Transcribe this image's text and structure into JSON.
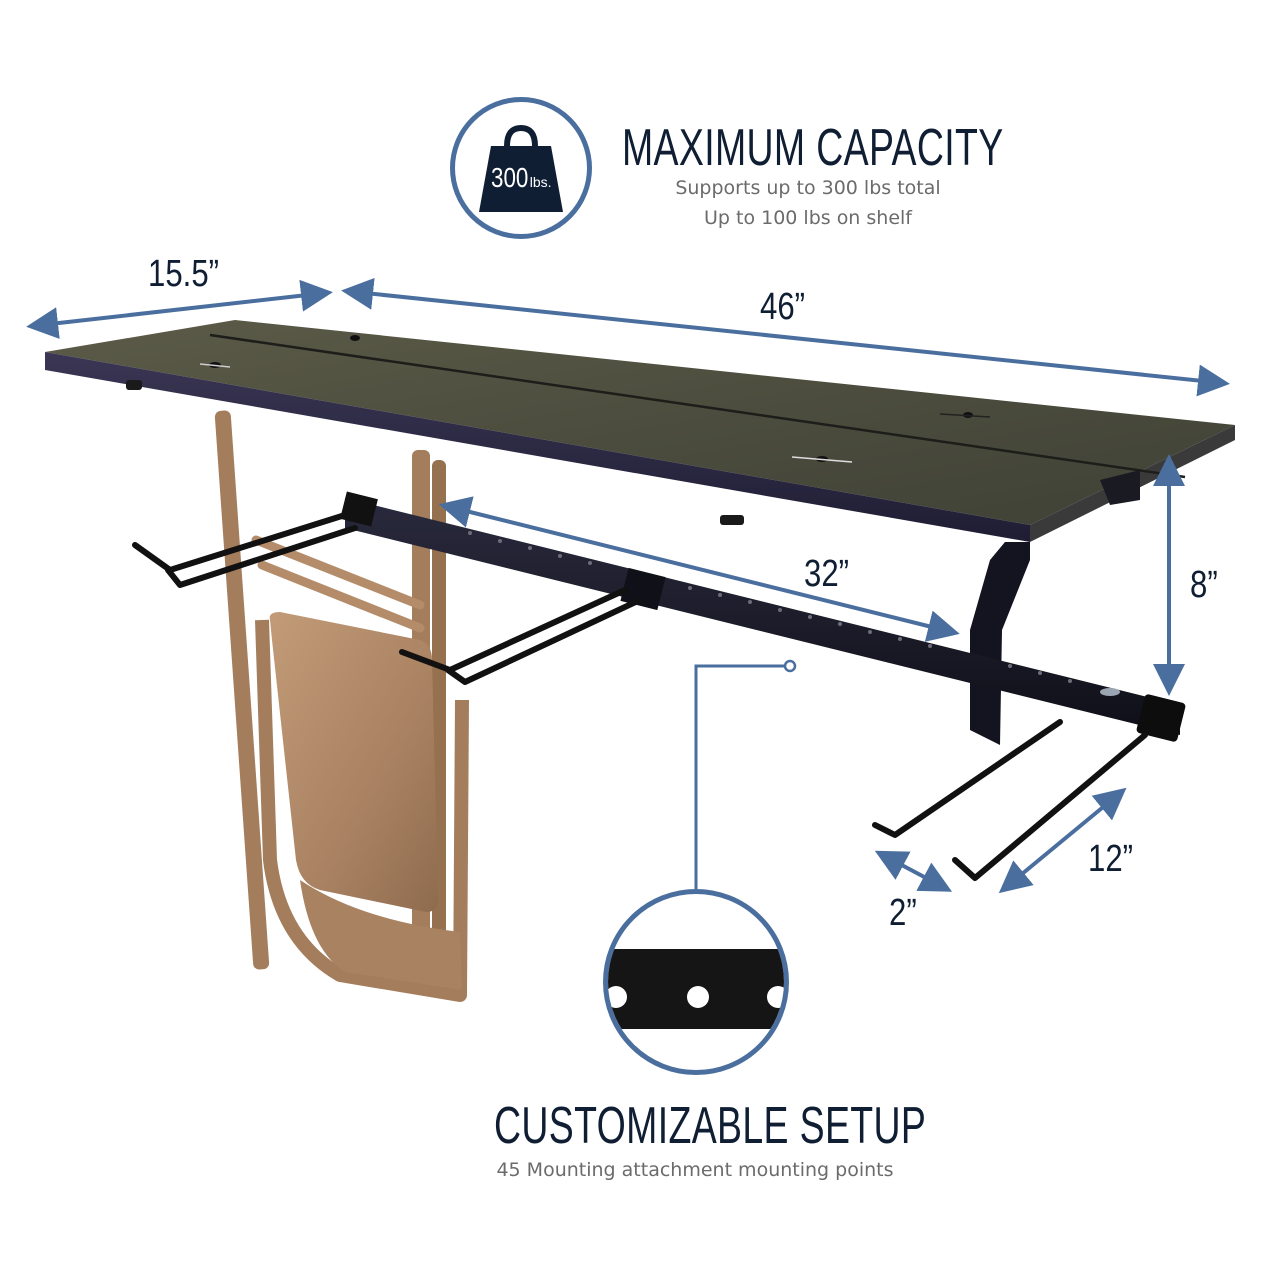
{
  "capacity": {
    "icon": "weight-icon",
    "badge_number": "300",
    "badge_unit": "lbs.",
    "title": "MAXIMUM CAPACITY",
    "lines": [
      "Supports up to 300 lbs total",
      "Up to 100 lbs on shelf"
    ]
  },
  "dimensions": {
    "depth": "15.5”",
    "width": "46”",
    "rail_length": "32”",
    "height": "8”",
    "hook_spacing": "2”",
    "hook_length": "12”"
  },
  "customizable": {
    "icon": "perforated-rail-closeup-icon",
    "title": "CUSTOMIZABLE SETUP",
    "caption": "45 Mounting attachment mounting points"
  },
  "colors": {
    "accent": "#4a6f9f",
    "heading": "#0f1e33",
    "subtext": "#6b6b6b",
    "shelf_top": "#4f5040",
    "shelf_edge": "#2a2a44",
    "rail": "#16161f",
    "chair": "#b48c6a"
  }
}
